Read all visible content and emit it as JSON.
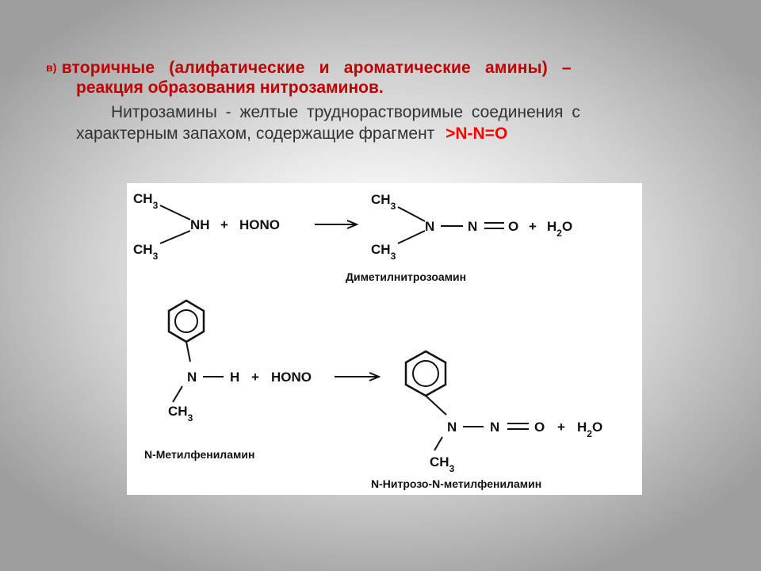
{
  "slide": {
    "line1_marker": "в)",
    "line1_text": "вторичные (алифатические и ароматические амины) –",
    "line2_text": "реакция образования нитрозаминов.",
    "line3_text": "Нитрозамины - желтые труднорастворимые соединения с",
    "line4_text": "характерным запахом, содержащие фрагмент",
    "formula": ">N-N=O"
  },
  "reaction1": {
    "reactant_ch3_top": "CH3",
    "reactant_ch3_bottom": "CH3",
    "amine": "NH",
    "plus": "+",
    "reagent": "HONO",
    "product_ch3_top": "CH3",
    "product_ch3_bottom": "CH3",
    "product_n1": "N",
    "product_n2": "N",
    "product_o": "O",
    "byproduct": "H2O",
    "product_name": "Диметилнитрозоамин"
  },
  "reaction2": {
    "reactant_n": "N",
    "reactant_h": "H",
    "plus": "+",
    "reagent": "HONO",
    "reactant_ch3": "CH3",
    "reactant_name": "N-Метилфениламин",
    "product_n1": "N",
    "product_n2": "N",
    "product_o": "O",
    "byproduct": "H2O",
    "product_ch3": "CH3",
    "product_name": "N-Нитрозо-N-метилфениламин"
  },
  "colors": {
    "heading_red": "#c00000",
    "formula_red": "#ff0000",
    "body_text": "#333333"
  }
}
